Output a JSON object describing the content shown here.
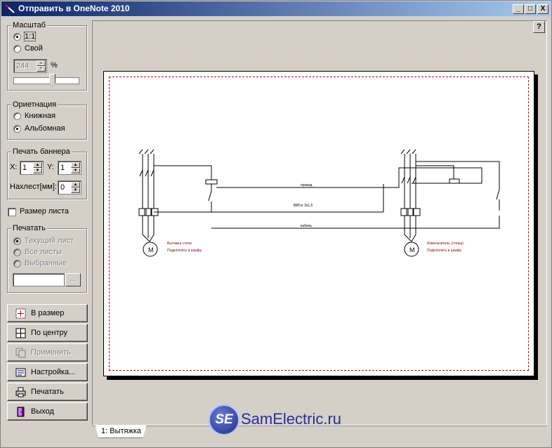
{
  "window": {
    "title": "Отправить в OneNote 2010",
    "min": "_",
    "max": "□",
    "close": "X"
  },
  "scale": {
    "label": "Масштаб",
    "opt1": "1:1",
    "opt2": "Свой",
    "value": "244",
    "unit": "%"
  },
  "orientation": {
    "label": "Ориетнация",
    "portrait": "Книжная",
    "landscape": "Альбомная"
  },
  "banner": {
    "label": "Печать баннера",
    "x_label": "X:",
    "x_value": "1",
    "y_label": "Y:",
    "y_value": "1",
    "overlap_label": "Нахлест[мм]:",
    "overlap_value": "0"
  },
  "sheet_size": {
    "label": "Размер листа"
  },
  "print_group": {
    "label": "Печатать",
    "current": "Текущий лист",
    "all": "Все листы",
    "selected": "Выбранные",
    "browse": "..."
  },
  "buttons": {
    "fit": "В размер",
    "center": "По центру",
    "apply": "Применить",
    "setup": "Настройка...",
    "print": "Печатать",
    "exit": "Выход"
  },
  "help": "?",
  "tab": "1: Вытяжка",
  "schematic": {
    "left_caption1": "Вытяжка стола",
    "left_caption2": "Подключить в шкафу",
    "right_caption1": "Измельчитель (стоеш)",
    "right_caption2": "Подключить в шкафу",
    "wire1": "провод",
    "wire2": "ВВГнг 3х1,5",
    "wire3": "кабель",
    "motor": "M"
  },
  "watermark": {
    "logo": "SE",
    "text": "SamElectric.ru"
  },
  "colors": {
    "titlebar": "#0a246a",
    "face": "#d4d0c8",
    "dashed_border": "#cc0000",
    "caption": "#8b0000"
  }
}
